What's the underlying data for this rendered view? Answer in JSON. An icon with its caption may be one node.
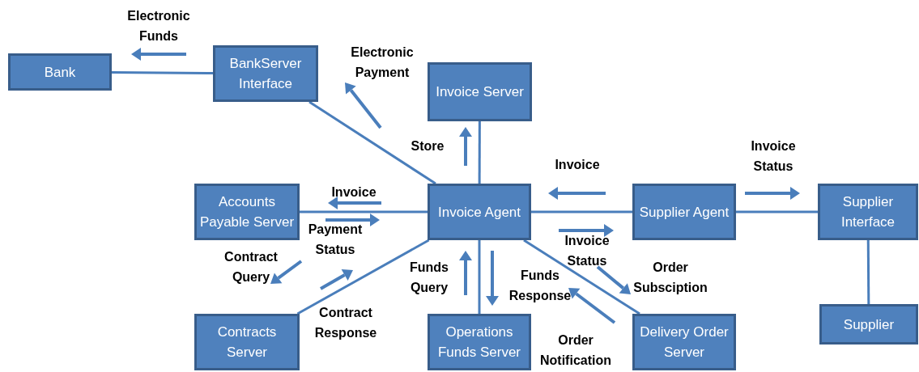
{
  "diagram": {
    "nodes": [
      {
        "text": [
          "Bank"
        ]
      },
      {
        "text": [
          "BankServer Interface"
        ]
      },
      {
        "text": [
          "Invoice Server"
        ]
      },
      {
        "text": [
          "Accounts Payable Server"
        ]
      },
      {
        "text": [
          "Invoice Agent"
        ]
      },
      {
        "text": [
          "Supplier Agent"
        ]
      },
      {
        "text": [
          "Supplier Interface"
        ]
      },
      {
        "text": [
          "Contracts Server"
        ]
      },
      {
        "text": [
          "Operations Funds Server"
        ]
      },
      {
        "text": [
          "Delivery Order Server"
        ]
      },
      {
        "text": [
          "Supplier"
        ]
      }
    ],
    "edges": [
      {
        "from": 0,
        "to": 1,
        "arrow": "none"
      },
      {
        "from": 1,
        "to": 4,
        "arrow": "none"
      },
      {
        "from": 2,
        "to": 4,
        "arrow": "none"
      },
      {
        "from": 3,
        "to": 4,
        "arrow": "none"
      },
      {
        "from": 4,
        "to": 5,
        "arrow": "none"
      },
      {
        "from": 5,
        "to": 6,
        "arrow": "none"
      },
      {
        "from": 7,
        "to": 4,
        "arrow": "none"
      },
      {
        "from": 4,
        "to": 8,
        "arrow": "none"
      },
      {
        "from": 4,
        "to": 9,
        "arrow": "none"
      },
      {
        "from": 6,
        "to": 10,
        "arrow": "none"
      }
    ],
    "labels": [
      "Electronic Funds",
      "Electronic Payment",
      "Store",
      "Invoice",
      "Invoice Status",
      "Invoice",
      "Payment Status",
      "Contract Query",
      "Funds Query",
      "Funds Response",
      "Invoice Status",
      "Order Subsciption",
      "Contract Response",
      "Order Notification"
    ]
  }
}
